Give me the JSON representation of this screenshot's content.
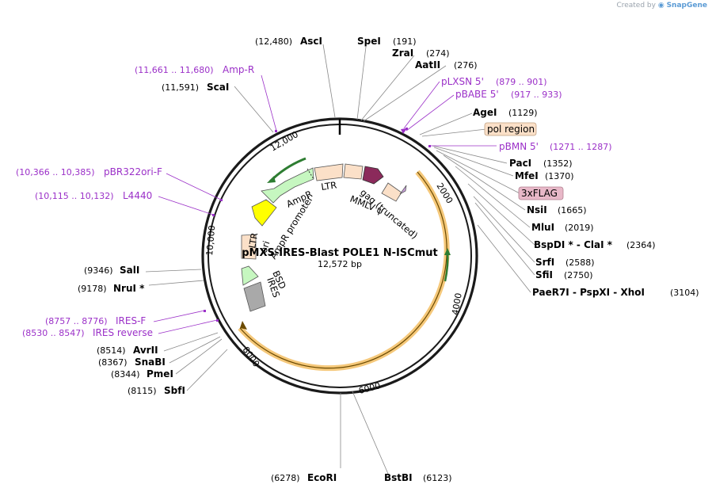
{
  "credit": {
    "prefix": "Created by",
    "brand": "SnapGene"
  },
  "plasmid": {
    "name": "pMXS-IRES-Blast POLE1 N-ISCmut",
    "size": "12,572 bp"
  },
  "ticks": [
    "2000",
    "4000",
    "6000",
    "8000",
    "10,000",
    "12,000"
  ],
  "features": {
    "ltr_top": "LTR",
    "gag": "gag (truncated)",
    "mmlv": "MMLV ψ",
    "ampr": "AmpR",
    "ampr_promoter": "AmpR promoter",
    "ori": "ori",
    "ltr_left": "LTR",
    "bsd": "BSD",
    "ires": "IRES"
  },
  "enzymes": [
    {
      "pos": "(12,480)",
      "name": "AscI"
    },
    {
      "pos": "(191)",
      "name": "SpeI"
    },
    {
      "pos": "(274)",
      "name": "ZraI"
    },
    {
      "pos": "(276)",
      "name": "AatII"
    },
    {
      "pos": "(1129)",
      "name": "AgeI"
    },
    {
      "pos": "(1352)",
      "name": "PacI"
    },
    {
      "pos": "(1370)",
      "name": "MfeI"
    },
    {
      "pos": "(1665)",
      "name": "NsiI"
    },
    {
      "pos": "(2019)",
      "name": "MluI"
    },
    {
      "pos": "(2364)",
      "name": "BspDI * - ClaI *"
    },
    {
      "pos": "(2588)",
      "name": "SrfI"
    },
    {
      "pos": "(2750)",
      "name": "SfiI"
    },
    {
      "pos": "(3104)",
      "name": "PaeR7I - PspXI - XhoI"
    },
    {
      "pos": "(6123)",
      "name": "BstBI"
    },
    {
      "pos": "(6278)",
      "name": "EcoRI"
    },
    {
      "pos": "(8115)",
      "name": "SbfI"
    },
    {
      "pos": "(8344)",
      "name": "PmeI"
    },
    {
      "pos": "(8367)",
      "name": "SnaBI"
    },
    {
      "pos": "(8514)",
      "name": "AvrII"
    },
    {
      "pos": "(9178)",
      "name": "NruI *"
    },
    {
      "pos": "(9346)",
      "name": "SalI"
    },
    {
      "pos": "(11,591)",
      "name": "ScaI"
    }
  ],
  "primers": [
    {
      "pos": "(11,661 .. 11,680)",
      "name": "Amp-R"
    },
    {
      "pos": "(879 .. 901)",
      "name": "pLXSN 5'"
    },
    {
      "pos": "(917 .. 933)",
      "name": "pBABE 5'"
    },
    {
      "pos": "(1271 .. 1287)",
      "name": "pBMN 5'"
    },
    {
      "pos": "(10,366 .. 10,385)",
      "name": "pBR322ori-F"
    },
    {
      "pos": "(10,115 .. 10,132)",
      "name": "L4440"
    },
    {
      "pos": "(8757 .. 8776)",
      "name": "IRES-F"
    },
    {
      "pos": "(8530 .. 8547)",
      "name": "IRES reverse"
    }
  ],
  "boxed": {
    "pol_region": "pol region",
    "flag": "3xFLAG"
  },
  "colors": {
    "backbone": "#1a1a1a",
    "primer": "#9b30c8",
    "ltr": "#fbe0c8",
    "gag": "#fbe0c8",
    "mmlv": "#8b2a5b",
    "ampr": "#c6f7c0",
    "ori": "#ffff00",
    "bsd": "#c6f7c0",
    "ires": "#a9a9a9",
    "insert": "#f5c87a",
    "orf": "#2e7d32"
  }
}
